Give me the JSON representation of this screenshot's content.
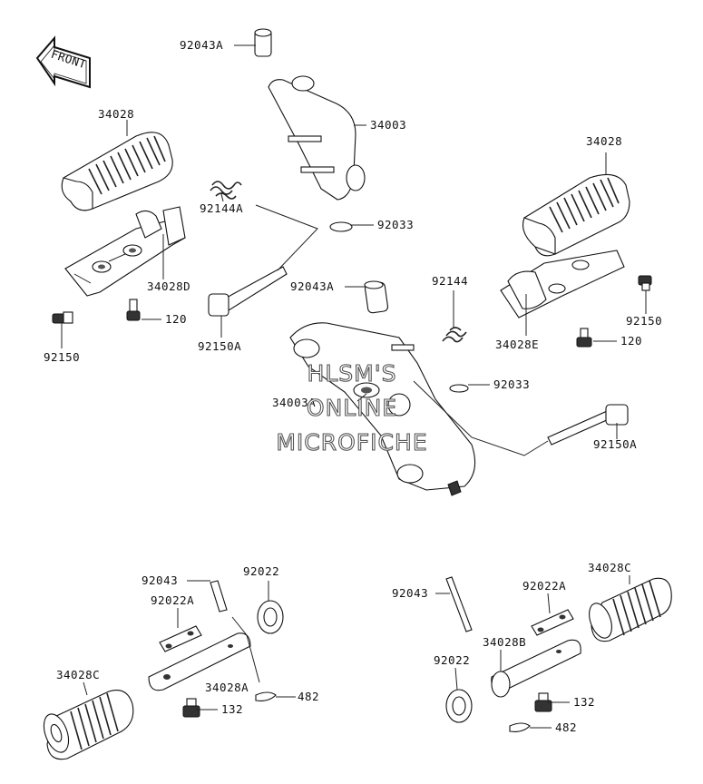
{
  "front_badge": "FRONT",
  "watermark": [
    "HLSM'S",
    "ONLINE",
    "MICROFICHE"
  ],
  "labels": {
    "p92043A_top": "92043A",
    "p34003": "34003",
    "p92033_top": "92033",
    "p34028_left": "34028",
    "p92144A": "92144A",
    "p34028D": "34028D",
    "p120_left": "120",
    "p92150_left": "92150",
    "p92150A_left": "92150A",
    "p92043A_mid": "92043A",
    "p92144": "92144",
    "p34028_right": "34028",
    "p92150_right": "92150",
    "p34028E": "34028E",
    "p120_right": "120",
    "p34003A": "34003A",
    "p92033_mid": "92033",
    "p92150A_right": "92150A",
    "p92043_left": "92043",
    "p92022_left": "92022",
    "p92022A_left": "92022A",
    "p34028A": "34028A",
    "p34028C_left": "34028C",
    "p132_left": "132",
    "p482_left": "482",
    "p92043_right": "92043",
    "p92022A_right": "92022A",
    "p34028C_right": "34028C",
    "p34028B": "34028B",
    "p92022_right": "92022",
    "p132_right": "132",
    "p482_right": "482"
  }
}
